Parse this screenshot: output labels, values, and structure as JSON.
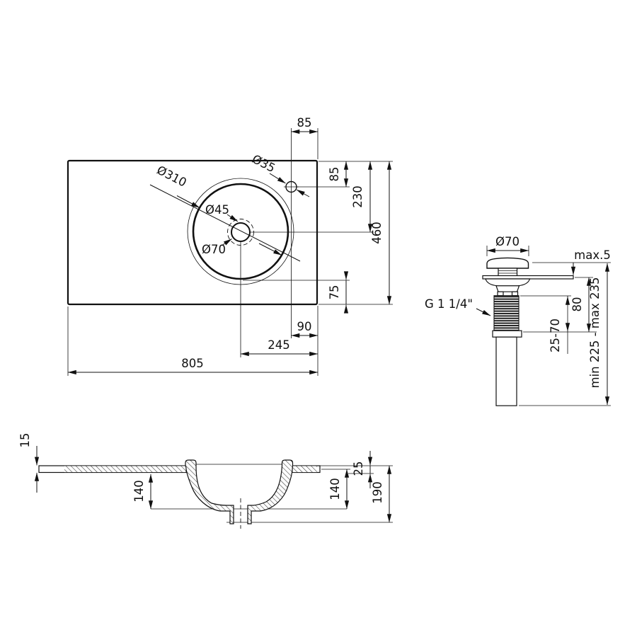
{
  "drawing_type": "washbasin technical drawing",
  "labels": {
    "top": {
      "total_width": "805",
      "total_depth": "460",
      "faucet_offset_top": "85",
      "faucet_offset_side": "85",
      "drain_offset_y": "230",
      "bowl_to_edge": "75",
      "faucet_offset_bottom": "90",
      "drain_offset_x": "245",
      "bowl_diameter": "Ø310",
      "faucet_hole_diameter": "Ø35",
      "drain_hole_diameter": "Ø45",
      "drain_flange_diameter": "Ø70"
    },
    "drain": {
      "cap_diameter": "Ø70",
      "cap_clearance": "max.5",
      "thread_spec": "G 1 1/4\"",
      "thread_length": "80",
      "clamp_range": "25-70",
      "overall_length": "min 225 - max 235"
    },
    "section": {
      "front_edge": "15",
      "bowl_depth_left": "140",
      "bowl_depth_right": "140",
      "back_edge": "25",
      "overall_height": "190"
    }
  }
}
